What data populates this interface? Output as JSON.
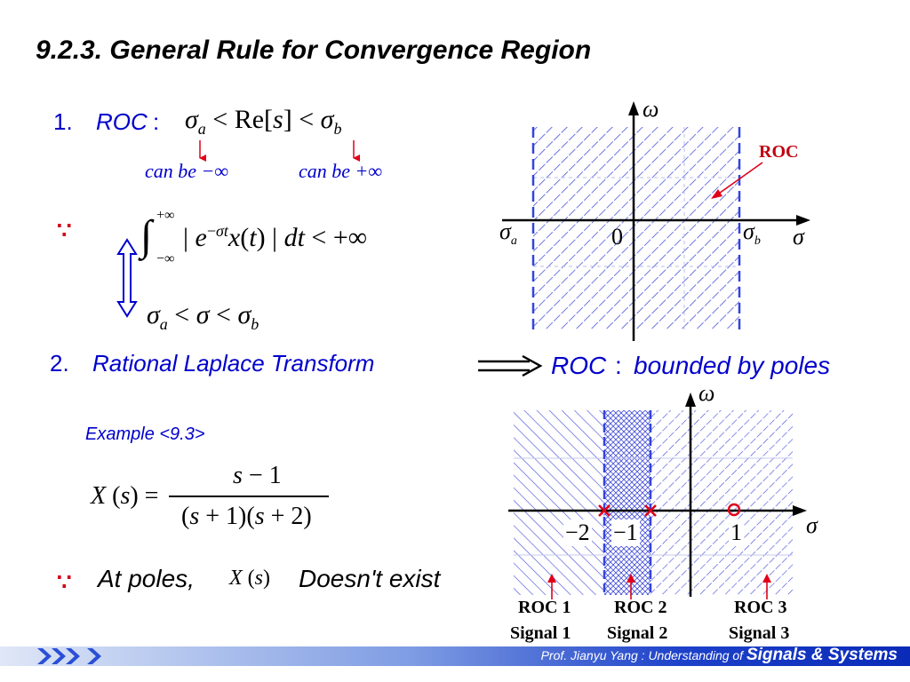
{
  "title": "9.2.3.  General Rule for Convergence Region",
  "item1": {
    "num": "1.",
    "label": "ROC",
    "colon": ":",
    "can_be_minus": "can be −∞",
    "can_be_plus": "can be +∞"
  },
  "because": "∵",
  "item2": {
    "num": "2.",
    "label": "Rational Laplace Transform",
    "result_roc": "ROC",
    "result_colon": ":",
    "result_text": "bounded by poles"
  },
  "example_label": "Example  <9.3>",
  "at_poles": {
    "prefix": "At poles,",
    "suffix": "Doesn't exist"
  },
  "diagram1": {
    "omega": "ω",
    "sigma": "σ",
    "sigma_a": "σ",
    "sigma_a_sub": "a",
    "sigma_b": "σ",
    "sigma_b_sub": "b",
    "origin": "0",
    "roc_label": "ROC"
  },
  "diagram2": {
    "omega": "ω",
    "sigma": "σ",
    "tick_minus2": "−2",
    "tick_minus1": "−1",
    "tick_1": "1",
    "regions": [
      {
        "roc": "ROC 1",
        "signal": "Signal 1"
      },
      {
        "roc": "ROC 2",
        "signal": "Signal 2"
      },
      {
        "roc": "ROC 3",
        "signal": "Signal 3"
      }
    ]
  },
  "footer": {
    "credit": "Prof.  Jianyu Yang :  Understanding of ",
    "course": "Signals & Systems"
  },
  "colors": {
    "accent_blue": "#0000cc",
    "hatch": "#4b55d8",
    "arrow_red": "#e0001a",
    "footer_dark": "#0a2ab8"
  }
}
